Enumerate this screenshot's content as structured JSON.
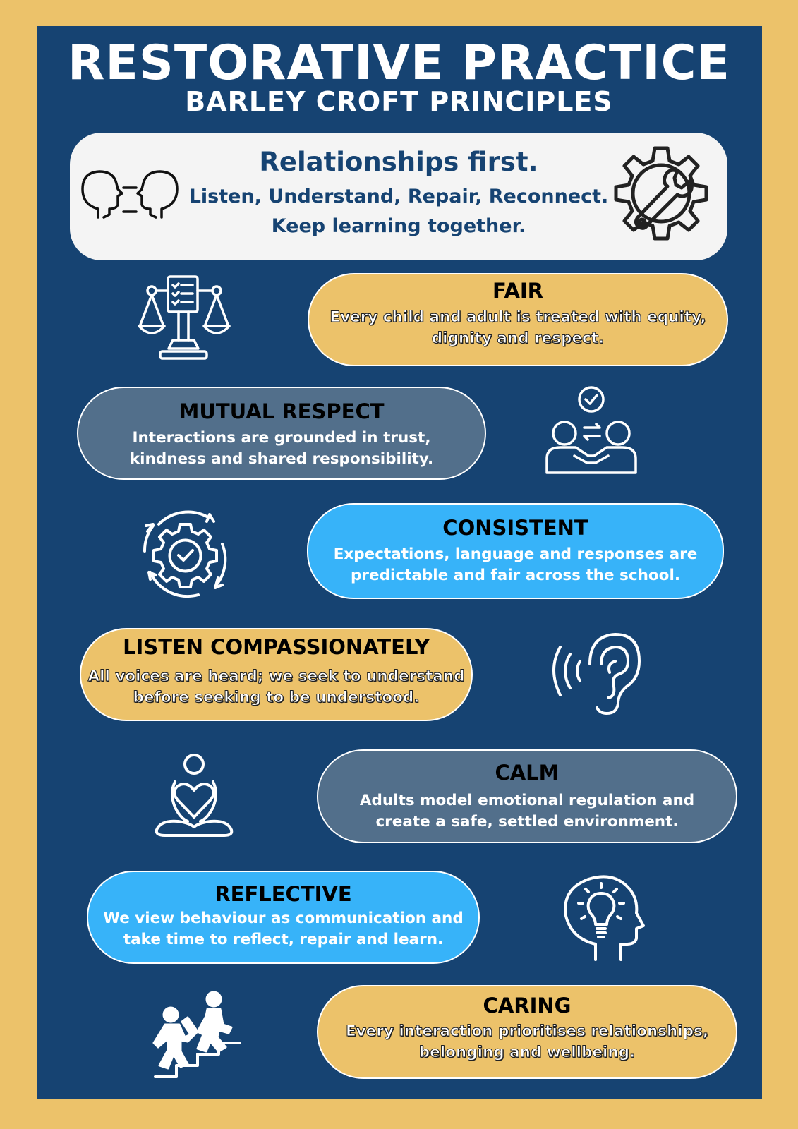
{
  "header": {
    "title": "RESTORATIVE PRACTICE",
    "subtitle": "BARLEY CROFT PRINCIPLES"
  },
  "hero": {
    "heading": "Relationships first.",
    "line1": "Listen, Understand, Repair, Reconnect.",
    "line2": "Keep learning together.",
    "left_icon": "two-heads-conversation-icon",
    "right_icon": "gear-wrench-icon"
  },
  "principles": [
    {
      "title": "FAIR",
      "text": "Every child and adult is treated with equity,\ndignity and respect.",
      "icon": "scales-checklist-icon",
      "color": "#ecc26a"
    },
    {
      "title": "MUTUAL RESPECT",
      "text": "Interactions are grounded in trust,\nkindness and shared responsibility.",
      "icon": "people-handshake-icon",
      "color": "#526f8b"
    },
    {
      "title": "CONSISTENT",
      "text": "Expectations, language and responses are\npredictable and fair across the school.",
      "icon": "gear-check-cycle-icon",
      "color": "#37b3f9"
    },
    {
      "title": "LISTEN COMPASSIONATELY",
      "text": "All voices are heard; we seek to understand\nbefore seeking to be understood.",
      "icon": "ear-listening-icon",
      "color": "#ecc26a"
    },
    {
      "title": "CALM",
      "text": "Adults model emotional regulation and\ncreate a safe, settled environment.",
      "icon": "meditation-heart-icon",
      "color": "#526f8b"
    },
    {
      "title": "REFLECTIVE",
      "text": "We view behaviour as communication and\ntake time to reflect, repair and learn.",
      "icon": "head-lightbulb-icon",
      "color": "#37b3f9"
    },
    {
      "title": "CARING",
      "text": "Every interaction prioritises relationships,\nbelonging and wellbeing.",
      "icon": "helping-up-stairs-icon",
      "color": "#ecc26a"
    }
  ],
  "colors": {
    "background": "#ecc26a",
    "panel": "#164372",
    "hero": "#f4f4f4"
  }
}
